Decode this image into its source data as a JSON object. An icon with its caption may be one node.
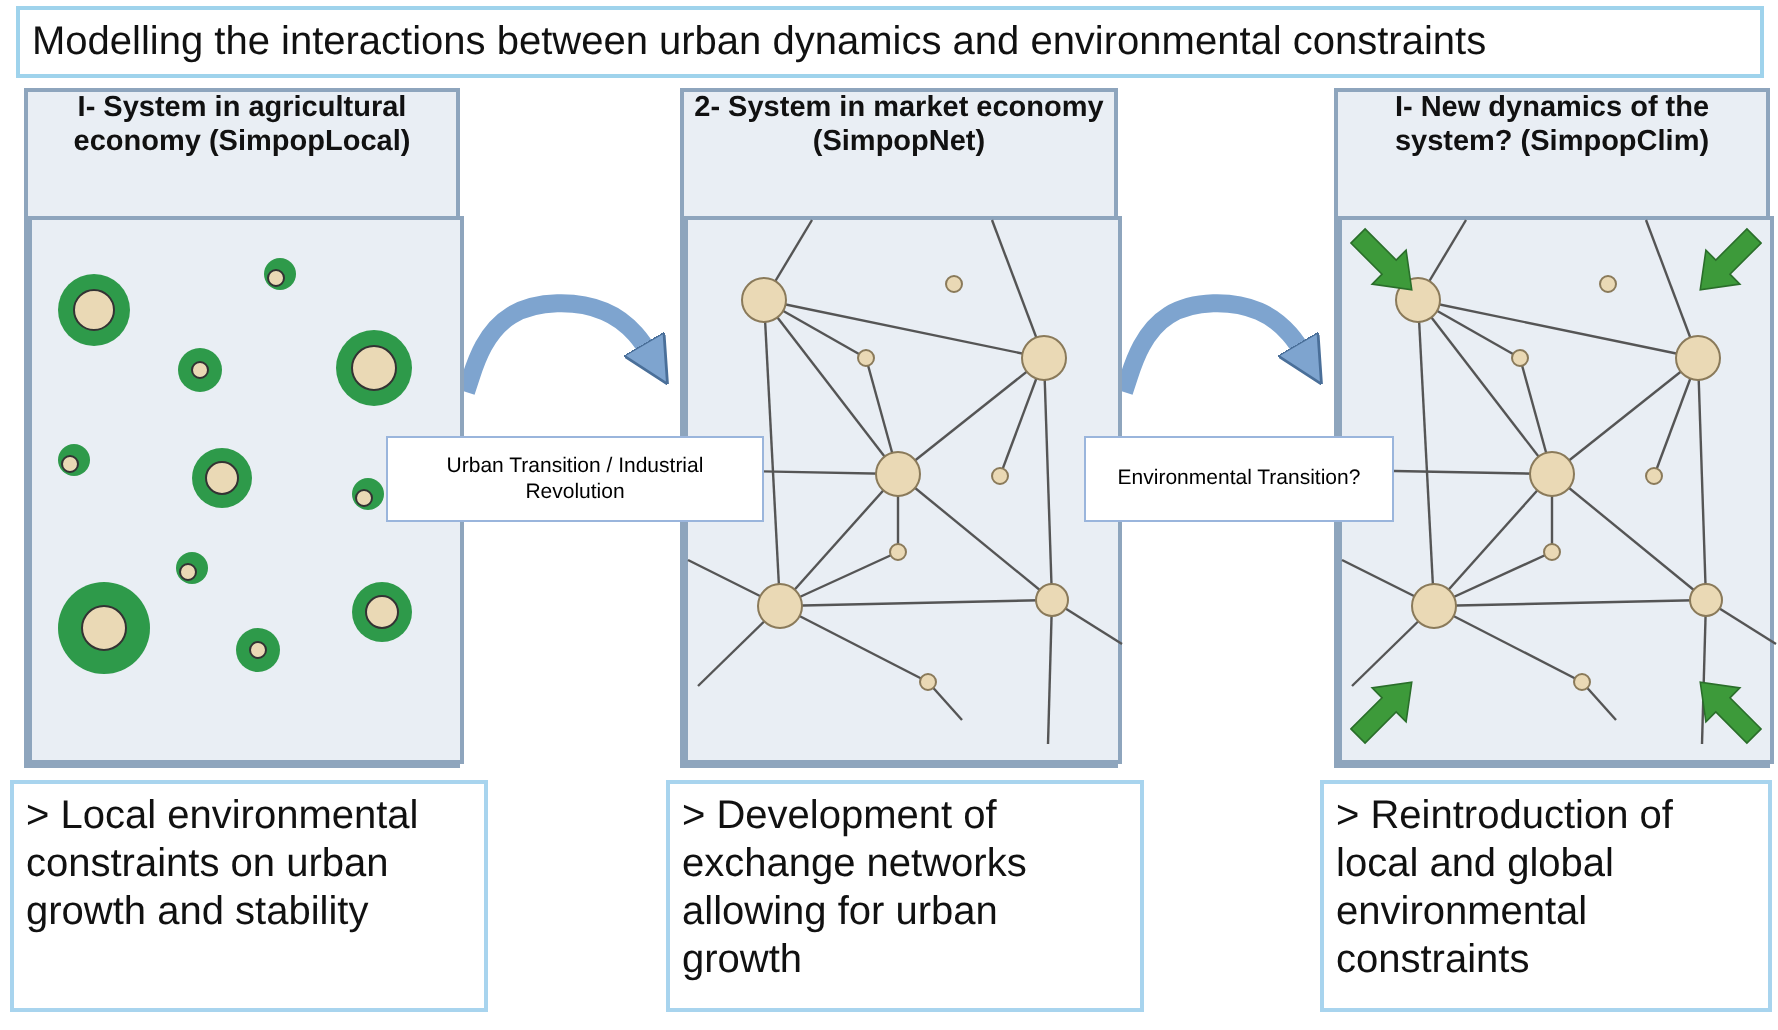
{
  "diagram": {
    "title": "Modelling the interactions between urban dynamics and environmental constraints",
    "nodes": [
      {
        "text": [
          "I- System in agricultural economy (SimpopLocal)"
        ]
      },
      {
        "text": [
          "2- System in market economy (SimpopNet)"
        ]
      },
      {
        "text": [
          "I- New dynamics of the system? (SimpopClim)"
        ]
      },
      {
        "text": [
          "Urban Transition / Industrial Revolution"
        ]
      },
      {
        "text": [
          "Environmental Transition?"
        ]
      },
      {
        "text": [
          "> Local environmental constraints on urban growth and stability"
        ]
      },
      {
        "text": [
          "> Development of exchange networks allowing for urban growth"
        ]
      },
      {
        "text": [
          "> Reintroduction of local and global environmental constraints"
        ]
      }
    ],
    "edges": [
      {
        "from": 0,
        "to": 1,
        "arrow": "to"
      },
      {
        "from": 1,
        "to": 2,
        "arrow": "to"
      }
    ]
  }
}
